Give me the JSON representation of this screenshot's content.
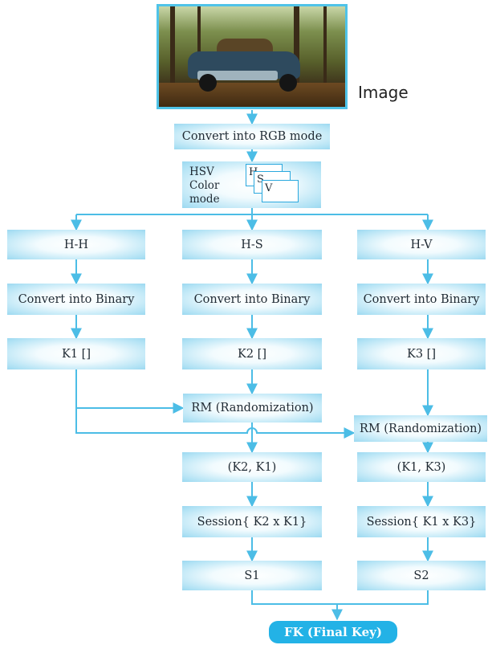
{
  "image": {
    "label": "Image"
  },
  "steps": {
    "convert_rgb": "Convert into RGB mode",
    "hsv_text": "HSV\nColor\nmode",
    "hsv_layers": [
      "H",
      "S",
      "V"
    ],
    "hh": "H-H",
    "hs": "H-S",
    "hv": "H-V",
    "binary_1": "Convert into Binary",
    "binary_2": "Convert into Binary",
    "binary_3": "Convert into Binary",
    "k1": "K1 []",
    "k2": "K2 []",
    "k3": "K3 []",
    "rm_1": "RM (Randomization)",
    "rm_2": "RM (Randomization)",
    "pair_1": "(K2, K1)",
    "pair_2": "(K1, K3)",
    "session_1": "Session{ K2 x K1}",
    "session_2": "Session{ K1 x K3}",
    "s1": "S1",
    "s2": "S2",
    "final": "FK (Final Key)"
  },
  "colors": {
    "line": "#4cbde6",
    "box_edge": "#9bd8f0",
    "final_fill": "#23b2e6"
  }
}
